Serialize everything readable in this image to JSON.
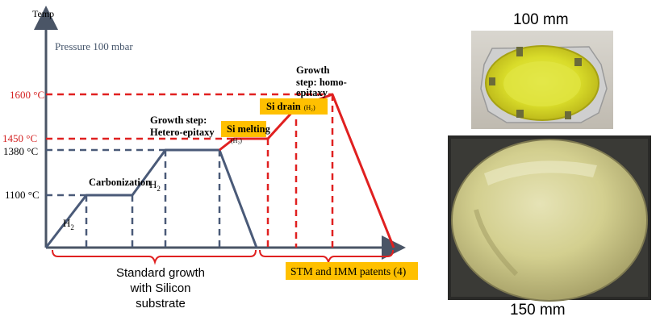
{
  "axis": {
    "y_label": "Temp"
  },
  "pressure_note": "Pressure 100 mbar",
  "temperature_ticks": [
    {
      "label": "1600 °C",
      "color": "#d42020"
    },
    {
      "label": "1450 °C",
      "color": "#d42020"
    },
    {
      "label": "1380 °C",
      "color": "#000000"
    },
    {
      "label": "1100 °C",
      "color": "#000000"
    }
  ],
  "steps": {
    "h2_ramp": {
      "main": "H",
      "sub": "2"
    },
    "carbonization": "Carbonization",
    "carbonization_h2": {
      "main": "H",
      "sub": "2"
    },
    "hetero_epitaxy": [
      "Growth step:",
      "Hetero-epitaxy"
    ],
    "si_melting": "Si melting",
    "si_melting_sub": "(H₂)",
    "si_drain": "Si drain",
    "si_drain_sub": "(H₂)",
    "homo_epitaxy": [
      "Growth",
      "step: homo-",
      "epitaxy"
    ]
  },
  "brackets": {
    "standard": [
      "Standard growth",
      "with Silicon",
      "substrate"
    ],
    "patents": "STM and IMM patents (4)"
  },
  "photos": {
    "top_label": "100 mm",
    "bottom_label": "150 mm"
  },
  "colors": {
    "axis": "#4a5566",
    "profile_blue": "#4a5a78",
    "profile_red": "#e02020",
    "highlight": "#ffc000",
    "pressure_text": "#44546a"
  }
}
